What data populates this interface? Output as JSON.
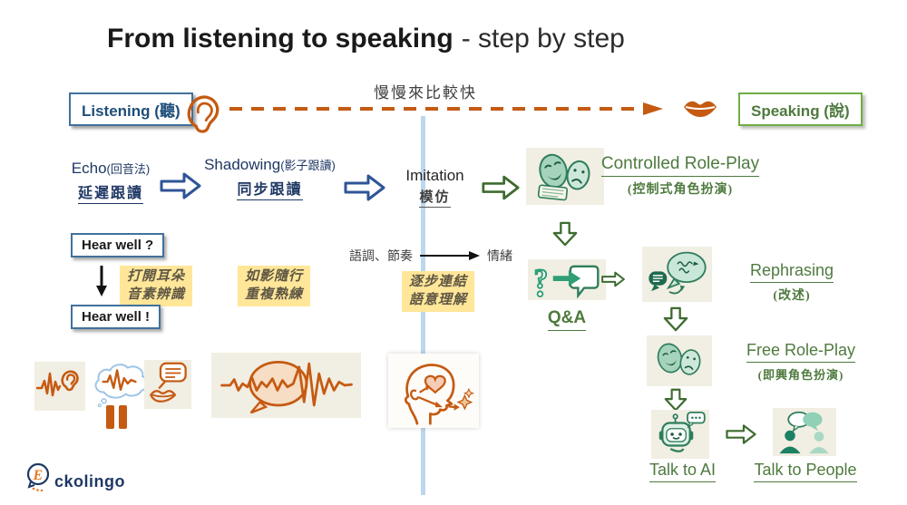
{
  "title": {
    "main": "From listening to speaking",
    "sub": "- step by step"
  },
  "header": {
    "listening": "Listening (聽)",
    "speaking": "Speaking (說)",
    "caption": "慢慢來比較快"
  },
  "stages": {
    "echo": {
      "en": "Echo",
      "paren": "(回音法)",
      "zh": "延遲跟讀"
    },
    "shadowing": {
      "en": "Shadowing",
      "paren": "(影子跟讀)",
      "zh": "同步跟讀"
    },
    "imitation": {
      "en": "Imitation",
      "zh": "模仿"
    },
    "controlled_role_play": {
      "en": "Controlled Role-Play",
      "zh": "(控制式角色扮演)"
    },
    "qa": {
      "en": "Q&A",
      "icon_glyph": "?"
    },
    "rephrasing": {
      "en": "Rephrasing",
      "zh": "(改述)"
    },
    "free_role_play": {
      "en": "Free Role-Play",
      "zh": "(即興角色扮演)"
    },
    "talk_to_ai": {
      "en": "Talk to AI"
    },
    "talk_to_people": {
      "en": "Talk to People"
    }
  },
  "notes": {
    "hear_well_question": "Hear well ?",
    "hear_well_exclaim": "Hear well !",
    "echo_note": {
      "line1": "打開耳朵",
      "line2": "音素辨識"
    },
    "shadowing_note": {
      "line1": "如影隨行",
      "line2": "重複熟練"
    },
    "imitation_note": {
      "line1": "逐步連結",
      "line2": "語意理解"
    },
    "tone": {
      "left": "語調、節奏",
      "right": "情緒"
    }
  },
  "logo": {
    "initial": "E",
    "rest": "ckolingo"
  },
  "colors": {
    "orange": "#C55A11",
    "navy": "#1F3864",
    "blue_arrow": "#2F5597",
    "green": "#4E7A3E",
    "green_dark": "#3D6B2F",
    "highlight_yellow": "#FFE699",
    "divider_blue": "#BDD7EE"
  }
}
